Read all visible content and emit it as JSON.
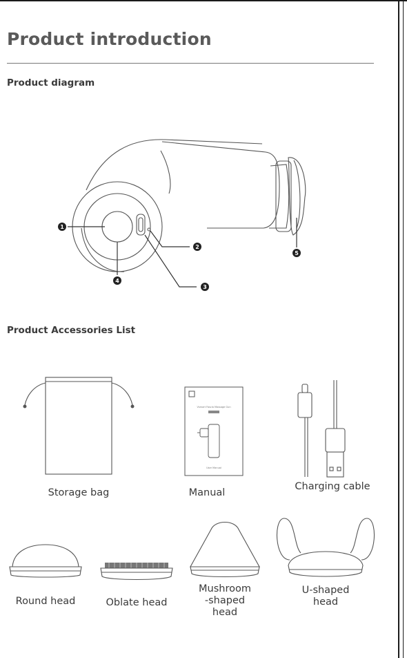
{
  "page": {
    "title": "Product introduction",
    "diagram_label": "Product diagram",
    "accessories_label": "Product Accessories List"
  },
  "callouts": [
    "1",
    "2",
    "3",
    "4",
    "5"
  ],
  "manual_cover": {
    "title": "Vsmart Fascia Massage Gun",
    "footer": "User Manual"
  },
  "accessories": [
    {
      "label": "Storage bag",
      "icon": "storage-bag-icon"
    },
    {
      "label": "Manual",
      "icon": "manual-icon"
    },
    {
      "label": "Charging cable",
      "icon": "charging-cable-icon"
    }
  ],
  "heads": [
    {
      "label": "Round head",
      "icon": "round-head-icon"
    },
    {
      "label": "Oblate head",
      "icon": "oblate-head-icon"
    },
    {
      "label": "Mushroom-shaped head",
      "icon": "mushroom-head-icon"
    },
    {
      "label": "U-shaped head",
      "icon": "u-shaped-head-icon"
    }
  ],
  "colors": {
    "line": "#555555",
    "callout_fill": "#222222"
  }
}
